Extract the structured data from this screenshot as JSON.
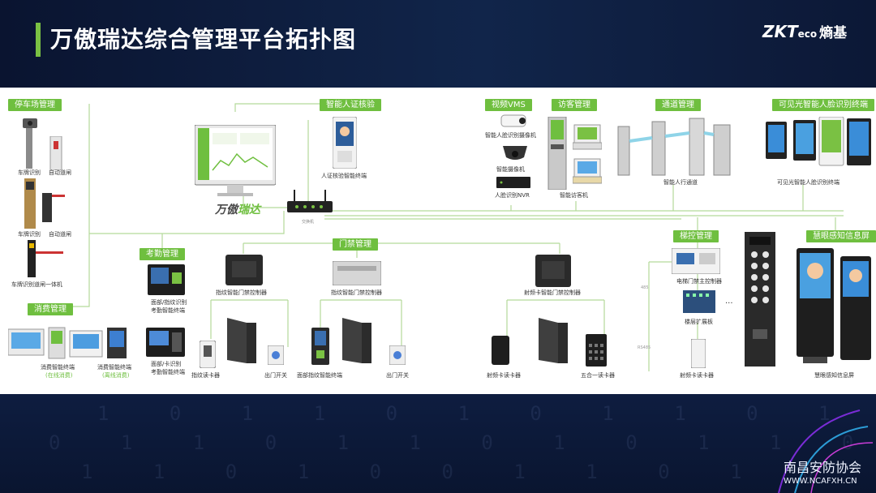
{
  "header": {
    "title": "万傲瑞达综合管理平台拓扑图",
    "logo_main": "ZKT",
    "logo_sub": "eco",
    "logo_cn": "熵基"
  },
  "groups": {
    "parking": "停车场管理",
    "consume": "消费管理",
    "attendance": "考勤管理",
    "id_verify": "智能人证核验",
    "video": "视频VMS",
    "visitor": "访客管理",
    "channel": "通道管理",
    "visible_face": "可见光智能人脸识别终端",
    "door": "门禁管理",
    "elevator": "梯控管理",
    "display": "慧眼感知信息屏"
  },
  "platform": {
    "brand_a": "万傲",
    "brand_b": "瑞达",
    "switch_label": "交换机"
  },
  "labels": {
    "lpr1": "车牌识别",
    "barrier1": "自动道闸",
    "lpr2": "车牌识别",
    "barrier2": "自动道闸",
    "lpr_combo": "车牌识别道闸一体机",
    "consume_terminal": "消费智能终端",
    "online": "(在线消费)",
    "consume_terminal2": "消费智能终端",
    "offline": "(离线消费)",
    "att1_a": "面部/指纹识别",
    "att1_b": "考勤智能终端",
    "att2_a": "面部/卡识别",
    "att2_b": "考勤智能终端",
    "id_terminal": "人证核验智能终端",
    "face_camera": "智能人脸识别摄像机",
    "smart_camera": "智能摄像机",
    "nvr": "人脸识别NVR",
    "visitor_machine": "智能访客机",
    "pedestrian": "智能人行通道",
    "visible_terminal": "可见光智能人脸识别终端",
    "ctrl1": "指纹智能门禁控制器",
    "ctrl2": "指纹智能门禁控制器",
    "ctrl3": "射频卡智能门禁控制器",
    "fp_reader": "指纹读卡器",
    "exit1": "出门开关",
    "face_fp_terminal": "面部指纹智能终端",
    "exit2": "出门开关",
    "rf_reader": "射频卡读卡器",
    "combo_reader": "五合一读卡器",
    "elevator_main": "电梯门禁主控制器",
    "floor_board": "楼层扩展板",
    "rf_reader2": "射频卡读卡器",
    "display_screen": "慧眼感知信息屏",
    "wire_1": "485",
    "wire_2": "RS485",
    "dots": "..."
  },
  "bottom": {
    "binary_rows": [
      "1 0 1 1 0 1 0 1 1 0 1 0",
      "0 1 1 0 1 1 0 1 0 1 1 0",
      "1 1 0 1 0 0 1 1 0 1 0 1"
    ],
    "watermark": "南昌安防协会",
    "watermark_url": "WWW.NCAFXH.CN"
  },
  "colors": {
    "accent": "#6fbf3f",
    "header_bg": "#0b1530",
    "wire": "#b4d99a"
  }
}
